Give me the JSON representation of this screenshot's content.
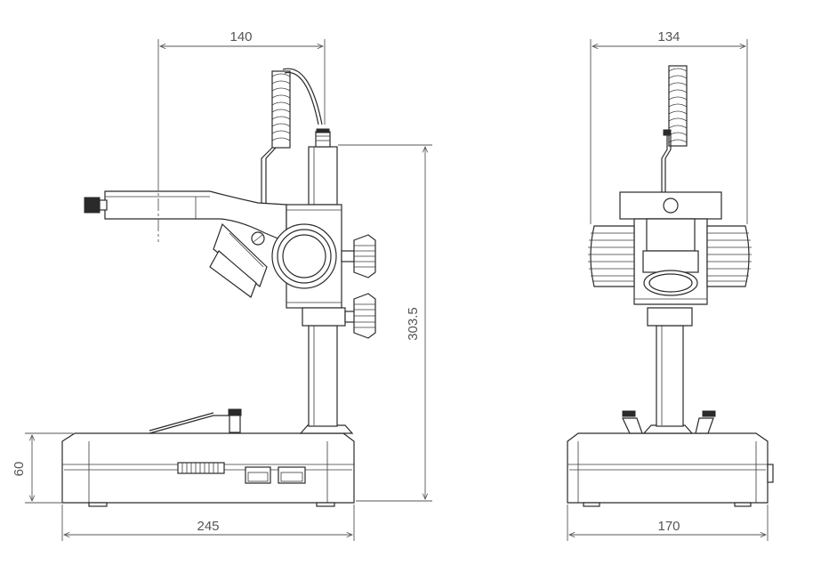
{
  "dimensions": {
    "side_top_width": "140",
    "side_height": "303.5",
    "side_base_height": "60",
    "side_base_width": "245",
    "front_top_width": "134",
    "front_base_width": "170"
  },
  "colors": {
    "line": "#2a2a2a",
    "dimension": "#555555",
    "background": "#ffffff"
  }
}
